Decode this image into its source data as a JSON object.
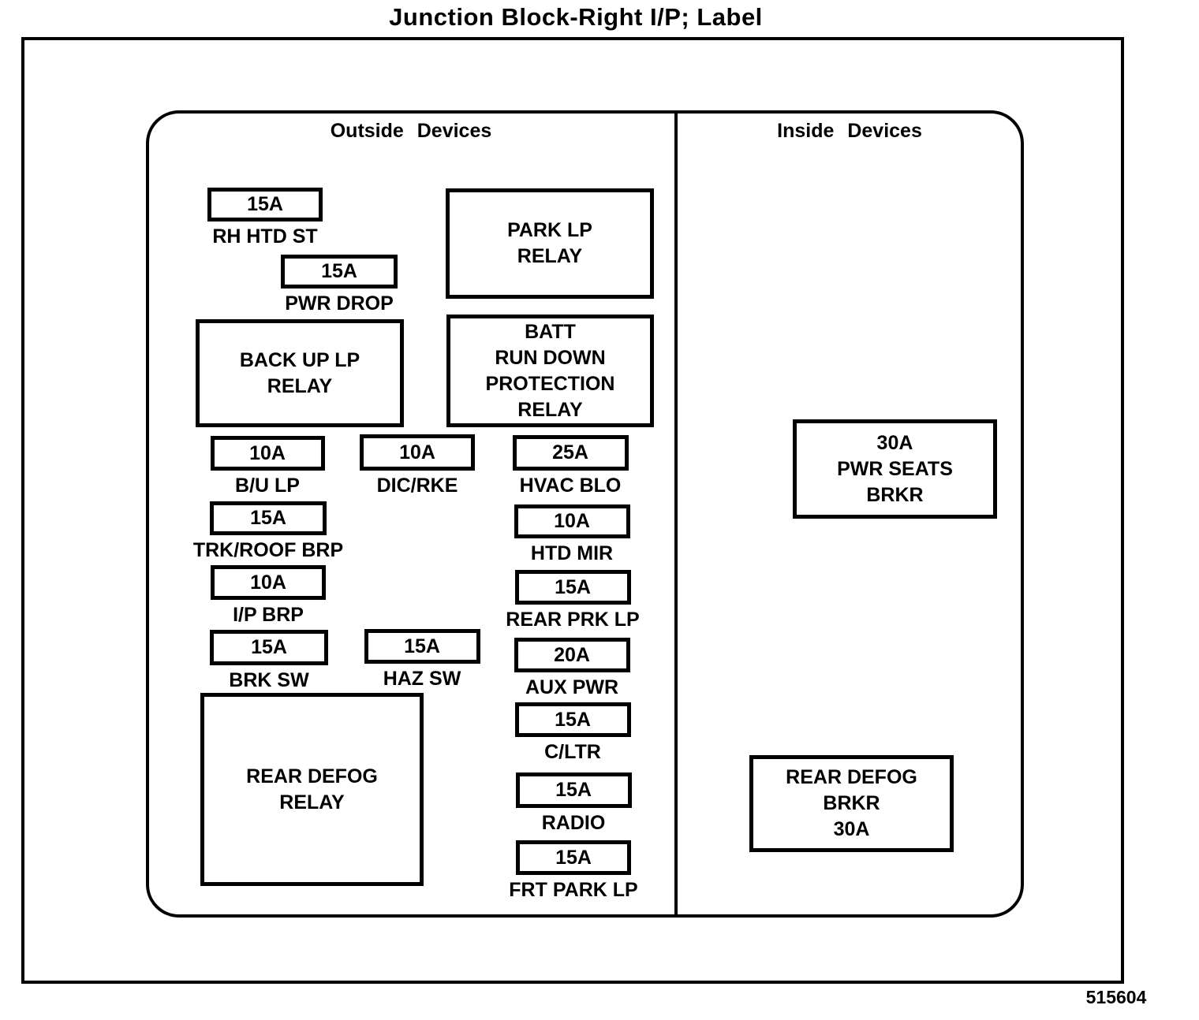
{
  "title": "Junction Block-Right I/P; Label",
  "figure_number": "515604",
  "sections": {
    "outside": {
      "label": "Outside Devices"
    },
    "inside": {
      "label": "Inside Devices"
    }
  },
  "fuses": [
    {
      "amp": "15A",
      "label": "RH HTD ST"
    },
    {
      "amp": "15A",
      "label": "PWR DROP"
    },
    {
      "amp": "10A",
      "label": "B/U LP"
    },
    {
      "amp": "10A",
      "label": "DIC/RKE"
    },
    {
      "amp": "25A",
      "label": "HVAC BLO"
    },
    {
      "amp": "15A",
      "label": "TRK/ROOF BRP"
    },
    {
      "amp": "10A",
      "label": "I/P BRP"
    },
    {
      "amp": "15A",
      "label": "BRK SW"
    },
    {
      "amp": "15A",
      "label": "HAZ SW"
    },
    {
      "amp": "10A",
      "label": "HTD MIR"
    },
    {
      "amp": "15A",
      "label": "REAR PRK LP"
    },
    {
      "amp": "20A",
      "label": "AUX PWR"
    },
    {
      "amp": "15A",
      "label": "C/LTR"
    },
    {
      "amp": "15A",
      "label": "RADIO"
    },
    {
      "amp": "15A",
      "label": "FRT PARK LP"
    }
  ],
  "relays": [
    {
      "label": "PARK LP\nRELAY"
    },
    {
      "label": "BACK UP LP\nRELAY"
    },
    {
      "label": "BATT\nRUN DOWN\nPROTECTION\nRELAY"
    },
    {
      "label": "REAR DEFOG\nRELAY"
    },
    {
      "label": "30A\nPWR SEATS\nBRKR"
    },
    {
      "label": "REAR DEFOG\nBRKR\n30A"
    }
  ]
}
